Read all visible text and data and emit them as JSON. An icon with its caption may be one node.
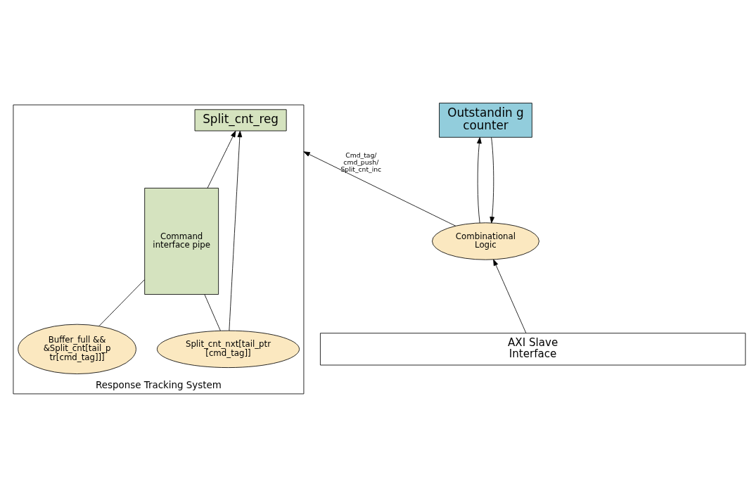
{
  "diagram": {
    "nodes": [
      {
        "text": [
          "Response Tracking System"
        ]
      },
      {
        "text": [
          "Split_cnt_reg"
        ],
        "in": 0
      },
      {
        "text": [
          "Split_cnt_nxt[tail_ptr [cmd_tag]]"
        ],
        "in": 0
      },
      {
        "text": [
          "Buffer_full && &Split_cnt[tail_p tr[cmd_tag]]]"
        ],
        "in": 0
      },
      {
        "text": [
          "Command interface pipe"
        ],
        "in": 0
      },
      {
        "text": [
          "Combinational Logic"
        ]
      },
      {
        "text": [
          "Outstandin g counter"
        ]
      },
      {
        "text": [
          "AXI Slave Interface"
        ]
      }
    ],
    "edges": [
      {
        "from": 2,
        "to": 1,
        "arrow": "to"
      },
      {
        "from": 4,
        "to": 1,
        "arrow": "to"
      },
      {
        "from": 2,
        "to": 4,
        "arrow": "none"
      },
      {
        "from": 3,
        "to": 4,
        "arrow": "none"
      },
      {
        "from": 5,
        "to": 0,
        "arrow": "to",
        "label": "Cmd_tag/ cmd_push/ Split_cnt_inc"
      },
      {
        "from": 5,
        "to": 6,
        "arrow": "to"
      },
      {
        "from": 6,
        "to": 5,
        "arrow": "to"
      },
      {
        "from": 7,
        "to": 5,
        "arrow": "to"
      }
    ]
  }
}
